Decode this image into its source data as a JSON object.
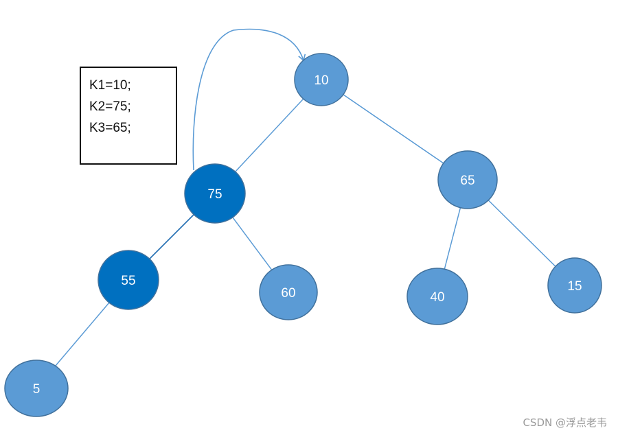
{
  "tree": {
    "nodes": [
      {
        "id": "n10",
        "label": "10",
        "highlighted": false
      },
      {
        "id": "n75",
        "label": "75",
        "highlighted": true
      },
      {
        "id": "n65",
        "label": "65",
        "highlighted": false
      },
      {
        "id": "n55",
        "label": "55",
        "highlighted": true
      },
      {
        "id": "n60",
        "label": "60",
        "highlighted": false
      },
      {
        "id": "n40",
        "label": "40",
        "highlighted": false
      },
      {
        "id": "n15",
        "label": "15",
        "highlighted": false
      },
      {
        "id": "n5",
        "label": "5",
        "highlighted": false
      }
    ],
    "edges": [
      {
        "from": "n10",
        "to": "n75"
      },
      {
        "from": "n10",
        "to": "n65"
      },
      {
        "from": "n75",
        "to": "n55"
      },
      {
        "from": "n75",
        "to": "n60"
      },
      {
        "from": "n65",
        "to": "n40"
      },
      {
        "from": "n65",
        "to": "n15"
      },
      {
        "from": "n55",
        "to": "n5"
      }
    ],
    "arrow": {
      "from": "n75",
      "to": "n10"
    }
  },
  "note": {
    "lines": [
      "K1=10;",
      "K2=75;",
      "K3=65;"
    ]
  },
  "watermark": "CSDN @浮点老韦",
  "colors": {
    "node_fill": "#5b9bd5",
    "node_fill_highlight": "#0070c0",
    "node_stroke": "#41719c",
    "edge": "#5b9bd5",
    "edge_highlight": "#2e75b6",
    "note_border": "#111111"
  }
}
